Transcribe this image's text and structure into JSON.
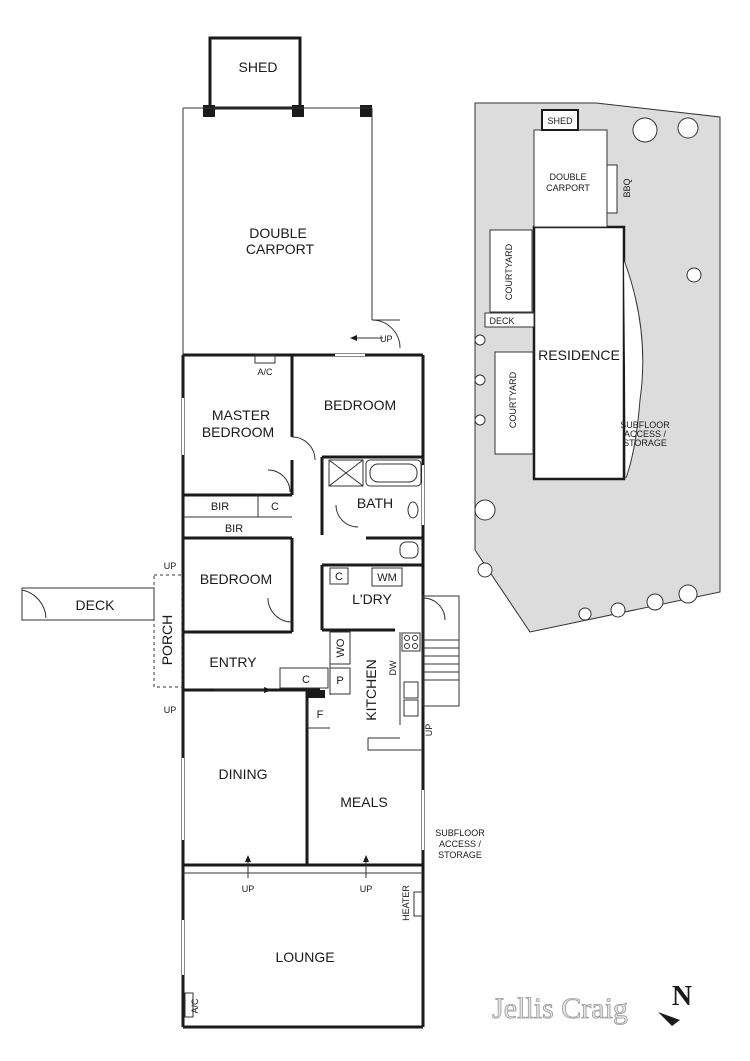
{
  "floor_plan": {
    "shed": "SHED",
    "carport_line1": "DOUBLE",
    "carport_line2": "CARPORT",
    "up": "UP",
    "ac": "A/C",
    "master_line1": "MASTER",
    "master_line2": "BEDROOM",
    "bedroom": "BEDROOM",
    "bath": "BATH",
    "bir": "BIR",
    "c": "C",
    "wm": "WM",
    "laundry": "L'DRY",
    "deck": "DECK",
    "porch": "PORCH",
    "entry": "ENTRY",
    "wo": "WO",
    "p": "P",
    "f": "F",
    "dw": "DW",
    "kitchen": "KITCHEN",
    "dining": "DINING",
    "meals": "MEALS",
    "subfloor_line1": "SUBFLOOR",
    "subfloor_line2": "ACCESS /",
    "subfloor_line3": "STORAGE",
    "heater": "HEATER",
    "lounge": "LOUNGE"
  },
  "site_plan": {
    "shed": "SHED",
    "carport_line1": "DOUBLE",
    "carport_line2": "CARPORT",
    "bbq": "BBQ",
    "courtyard": "COURTYARD",
    "deck": "DECK",
    "residence": "RESIDENCE",
    "subfloor_line1": "SUBFLOOR",
    "subfloor_line2": "ACCESS /",
    "subfloor_line3": "STORAGE"
  },
  "branding": {
    "logo_text": "Jellis Craig",
    "compass_letter": "N"
  },
  "colors": {
    "lot_fill": "#dcdcdc",
    "wall": "#1a1a1a",
    "background": "#ffffff"
  }
}
